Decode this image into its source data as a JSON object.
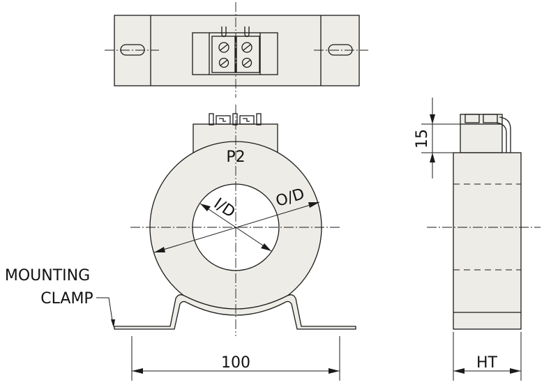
{
  "labels": {
    "pole_marking": "P2",
    "inner_diameter": "I/D",
    "outer_diameter": "O/D",
    "mounting_clamp_line1": "MOUNTING",
    "mounting_clamp_line2": "CLAMP"
  },
  "dimensions": {
    "overall_width": "100",
    "terminal_height": "15",
    "height": "HT"
  },
  "colors": {
    "body_fill": "#eeece6",
    "line": "#1a1a1a"
  }
}
